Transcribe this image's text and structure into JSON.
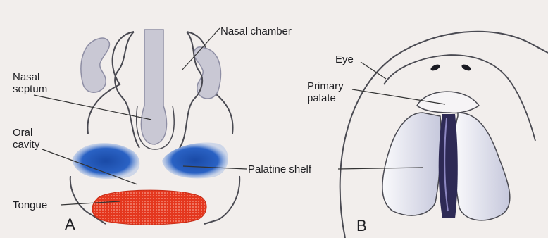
{
  "colors": {
    "background": "#f2eeec",
    "septum_fill": "#c9c8d4",
    "septum_stroke": "#8e8ea4",
    "palatine_shelf": "#1e55b0",
    "tongue": "#e4371e",
    "outline": "#4a4a52"
  },
  "panel_a": {
    "letter": "A",
    "labels": {
      "nasal_chamber": "Nasal chamber",
      "nasal_septum": "Nasal\nseptum",
      "oral_cavity": "Oral\ncavity",
      "palatine_shelf": "Palatine shelf",
      "tongue": "Tongue"
    }
  },
  "panel_b": {
    "letter": "B",
    "labels": {
      "eye": "Eye",
      "primary_palate": "Primary\npalate"
    }
  }
}
